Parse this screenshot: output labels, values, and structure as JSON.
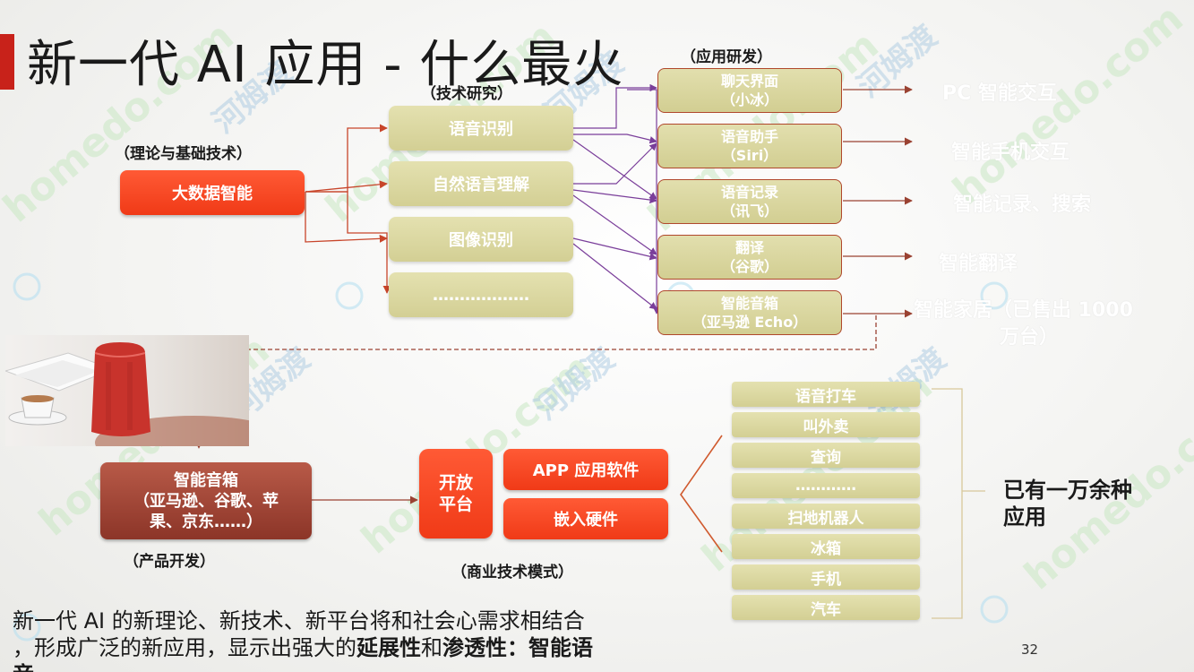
{
  "title": "新一代 AI 应用 - 什么最火",
  "captions": {
    "theory": "（理论与基础技术）",
    "research": "（技术研究）",
    "application": "（应用研发）",
    "product": "（产品开发）",
    "business": "（商业技术模式）"
  },
  "root": "大数据智能",
  "research_items": [
    "语音识别",
    "自然语言理解",
    "图像识别",
    "………………"
  ],
  "app_items": [
    {
      "line1": "聊天界面",
      "line2": "（小冰）"
    },
    {
      "line1": "语音助手",
      "line2": "（Siri）"
    },
    {
      "line1": "语音记录",
      "line2": "（讯飞）"
    },
    {
      "line1": "翻译",
      "line2": "（谷歌）"
    },
    {
      "line1": "智能音箱",
      "line2": "（亚马逊 Echo）"
    }
  ],
  "results": [
    "PC 智能交互",
    "智能手机交互",
    "智能记录、搜索",
    "智能翻译",
    "智能家居（已售出 1000",
    "万台）"
  ],
  "product": {
    "line1": "智能音箱",
    "line2": "（亚马逊、谷歌、苹",
    "line3": "果、京东……）"
  },
  "platform": {
    "line1": "开放",
    "line2": "平台"
  },
  "platform_options": [
    "APP 应用软件",
    "嵌入硬件"
  ],
  "list_items": [
    "语音打车",
    "叫外卖",
    "查询",
    "…………",
    "扫地机器人",
    "冰箱",
    "手机",
    "汽车"
  ],
  "summary": {
    "line1": "已有一万余种",
    "line2": "应用"
  },
  "footer": {
    "line1": "新一代 AI 的新理论、新技术、新平台将和社会心需求相结合",
    "line2a": "，形成广泛的新应用，显示出强大的",
    "bold1": "延展性",
    "mid": "和",
    "bold2": "渗透性：智能语",
    "line3": "音"
  },
  "page_number": "32",
  "watermark": [
    "homedo.com",
    "河姆渡"
  ],
  "colors": {
    "accent_red": "#f03a17",
    "title_bar": "#c8221a",
    "khaki": "#d8d49c",
    "arrow_red": "#c8452a",
    "arrow_purple": "#7a3e9a",
    "brown": "#9a4232"
  }
}
